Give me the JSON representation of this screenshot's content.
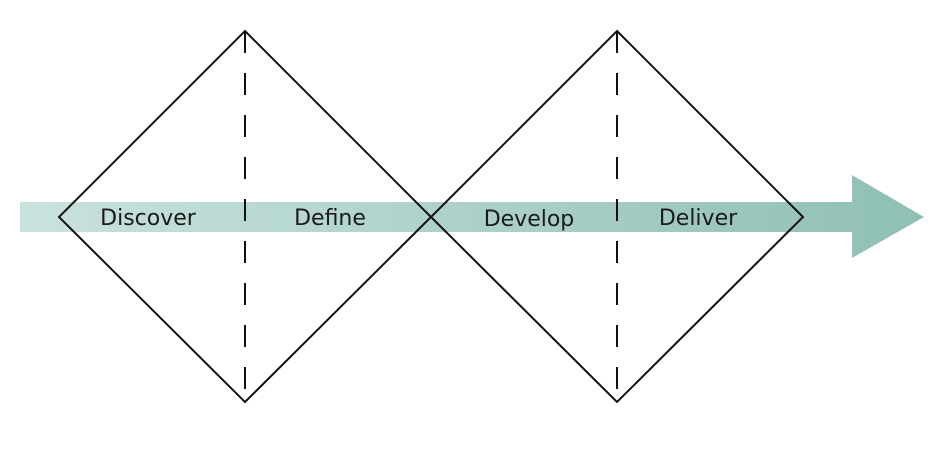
{
  "diagram": {
    "phases": [
      {
        "id": "discover",
        "label": "Discover"
      },
      {
        "id": "define",
        "label": "Define"
      },
      {
        "id": "develop",
        "label": "Develop"
      },
      {
        "id": "deliver",
        "label": "Deliver"
      }
    ],
    "colors": {
      "arrow_start": "#c9e2dd",
      "arrow_end": "#8fbfb5",
      "stroke": "#111111",
      "text": "#1a1a1a"
    }
  }
}
